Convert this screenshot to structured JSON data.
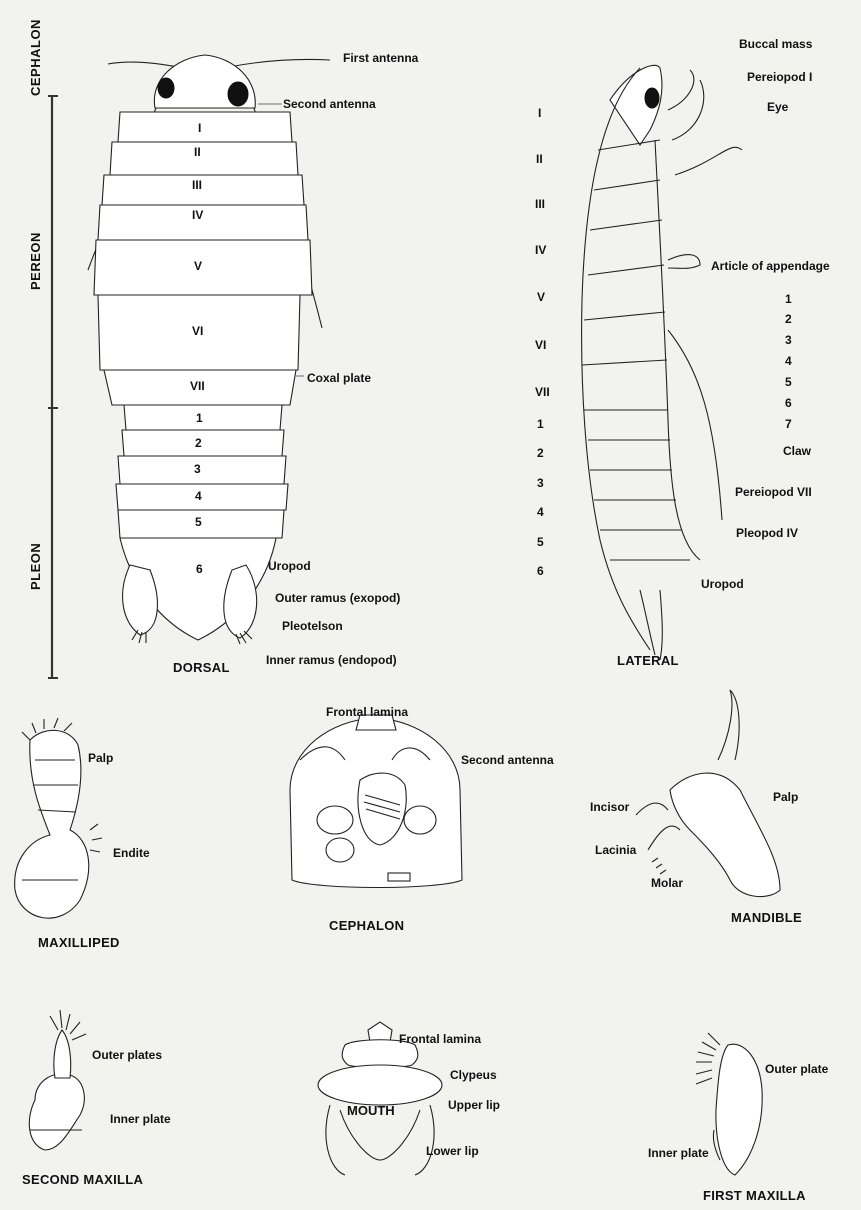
{
  "sections": {
    "cephalon": "CEPHALON",
    "pereon": "PEREON",
    "pleon": "PLEON"
  },
  "dorsal": {
    "caption": "DORSAL",
    "first_antenna": "First antenna",
    "second_antenna": "Second antenna",
    "coxal_plate": "Coxal plate",
    "uropod": "Uropod",
    "outer_ramus": "Outer ramus (exopod)",
    "pleotelson": "Pleotelson",
    "inner_ramus": "Inner ramus (endopod)",
    "pereon_segments": [
      "I",
      "II",
      "III",
      "IV",
      "V",
      "VI",
      "VII"
    ],
    "pleon_segments": [
      "1",
      "2",
      "3",
      "4",
      "5",
      "6"
    ]
  },
  "lateral": {
    "caption": "LATERAL",
    "buccal_mass": "Buccal mass",
    "pereiopod_i": "Pereiopod I",
    "eye": "Eye",
    "article_of_appendage": "Article of appendage",
    "article_numbers": [
      "1",
      "2",
      "3",
      "4",
      "5",
      "6",
      "7"
    ],
    "claw": "Claw",
    "pereiopod_vii": "Pereiopod VII",
    "pleopod_iv": "Pleopod IV",
    "uropod": "Uropod",
    "pereon_segments": [
      "I",
      "II",
      "III",
      "IV",
      "V",
      "VI",
      "VII"
    ],
    "pleon_segments": [
      "1",
      "2",
      "3",
      "4",
      "5",
      "6"
    ]
  },
  "maxilliped": {
    "caption": "MAXILLIPED",
    "palp": "Palp",
    "endite": "Endite"
  },
  "cephalon_view": {
    "caption": "CEPHALON",
    "frontal_lamina": "Frontal lamina",
    "second_antenna": "Second antenna"
  },
  "mandible": {
    "caption": "MANDIBLE",
    "palp": "Palp",
    "incisor": "Incisor",
    "lacinia": "Lacinia",
    "molar": "Molar"
  },
  "second_maxilla": {
    "caption": "SECOND MAXILLA",
    "outer_plates": "Outer plates",
    "inner_plate": "Inner plate"
  },
  "mouth": {
    "frontal_lamina": "Frontal lamina",
    "clypeus": "Clypeus",
    "mouth": "MOUTH",
    "upper_lip": "Upper lip",
    "lower_lip": "Lower lip"
  },
  "first_maxilla": {
    "caption": "FIRST MAXILLA",
    "outer_plate": "Outer plate",
    "inner_plate": "Inner plate"
  }
}
